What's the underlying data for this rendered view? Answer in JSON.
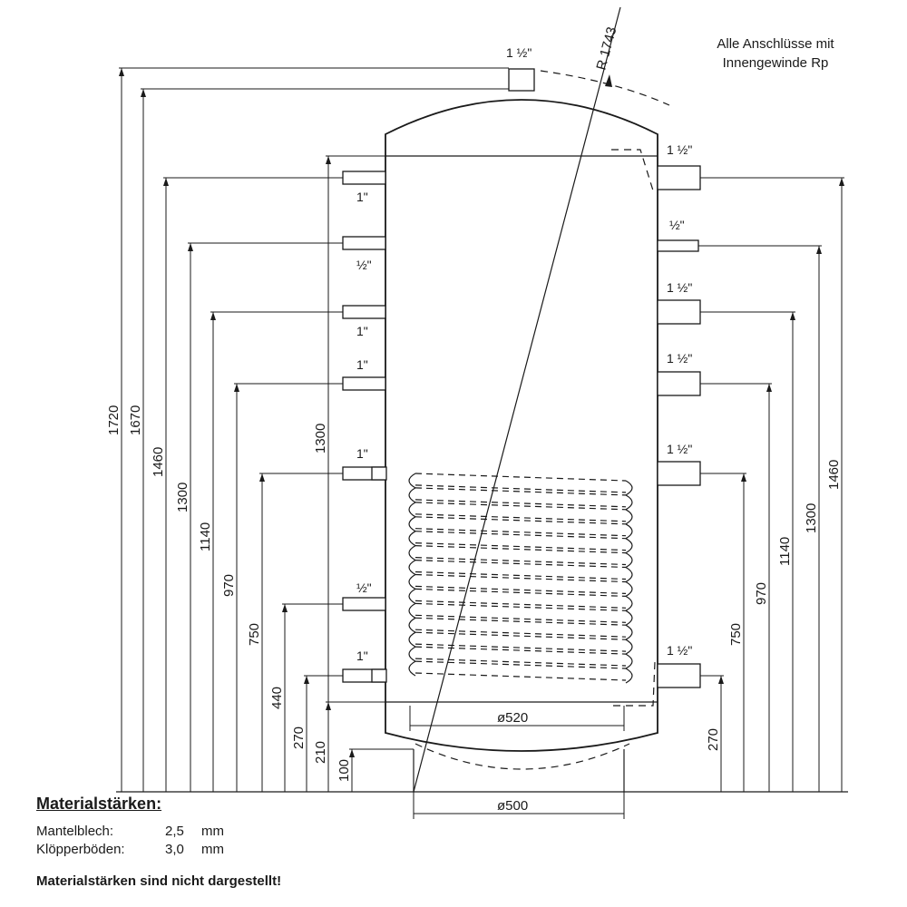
{
  "connection_note": [
    "Alle Anschlüsse mit",
    "Innengewinde Rp"
  ],
  "radius_label": "R 1743",
  "top_port_label": "1 ½\"",
  "left_ports": [
    {
      "label": "1\"",
      "height": "1460"
    },
    {
      "label": "½\"",
      "height": "1300"
    },
    {
      "label": "1\"",
      "height": "1140"
    },
    {
      "label": "1\"",
      "height": "970"
    },
    {
      "label": "1\"",
      "height": "750"
    },
    {
      "label": "½\"",
      "height": "440"
    },
    {
      "label": "1\"",
      "height": "270"
    }
  ],
  "right_ports": [
    {
      "label": "1 ½\"",
      "height": "1460"
    },
    {
      "label": "½\"",
      "height": "1300"
    },
    {
      "label": "1 ½\"",
      "height": "1140"
    },
    {
      "label": "1 ½\"",
      "height": "970"
    },
    {
      "label": "1 ½\"",
      "height": "750"
    },
    {
      "label": "1 ½\"",
      "height": "270"
    }
  ],
  "overall_heights": [
    "1720",
    "1670"
  ],
  "sensor_heights": [
    "1300",
    "210",
    "100"
  ],
  "diameters": {
    "tank": "ø520",
    "base": "ø500"
  },
  "materials": {
    "title": "Materialstärken:",
    "rows": [
      {
        "name": "Mantelblech:",
        "value": "2,5",
        "unit": "mm"
      },
      {
        "name": "Klöpperböden:",
        "value": "3,0",
        "unit": "mm"
      }
    ],
    "note": "Materialstärken sind nicht dargestellt!"
  }
}
